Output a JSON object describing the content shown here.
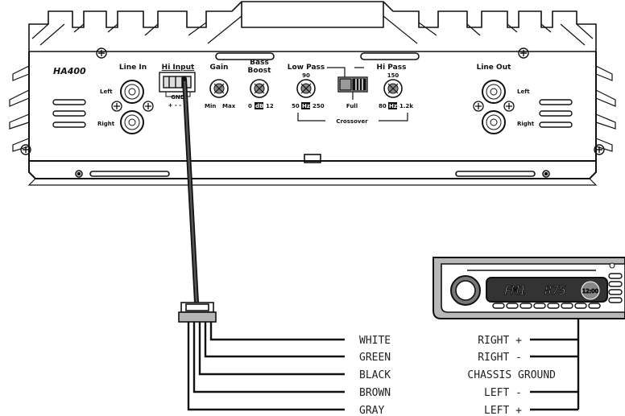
{
  "amplifier": {
    "model": "HA400",
    "line_in": {
      "title": "Line In",
      "left": "Left",
      "right": "Right"
    },
    "hi_input": {
      "title": "Hi Input",
      "gnd": "GND",
      "polarity": "+ -  - +"
    },
    "gain": {
      "title": "Gain",
      "min": "Min",
      "max": "Max"
    },
    "bass_boost": {
      "title_line1": "Bass",
      "title_line2": "Boost",
      "low": "0",
      "unit": "dB",
      "high": "12"
    },
    "low_pass": {
      "title": "Low Pass",
      "center": "90",
      "low": "50",
      "unit": "Hz",
      "high": "250"
    },
    "switch": {
      "label": "Full"
    },
    "hi_pass": {
      "title": "Hi Pass",
      "center": "150",
      "low": "80",
      "unit": "Hz",
      "high": "1.2k"
    },
    "crossover": "Crossover",
    "line_out": {
      "title": "Line Out",
      "left": "Left",
      "right": "Right"
    }
  },
  "head_unit": {
    "band": "FM1",
    "frequency": "875",
    "clock": "12:00"
  },
  "wires": [
    {
      "color_name": "WHITE",
      "connection": "RIGHT +"
    },
    {
      "color_name": "GREEN",
      "connection": "RIGHT -"
    },
    {
      "color_name": "BLACK",
      "connection": "CHASSIS GROUND"
    },
    {
      "color_name": "BROWN",
      "connection": "LEFT -"
    },
    {
      "color_name": "GRAY",
      "connection": "LEFT +"
    }
  ]
}
